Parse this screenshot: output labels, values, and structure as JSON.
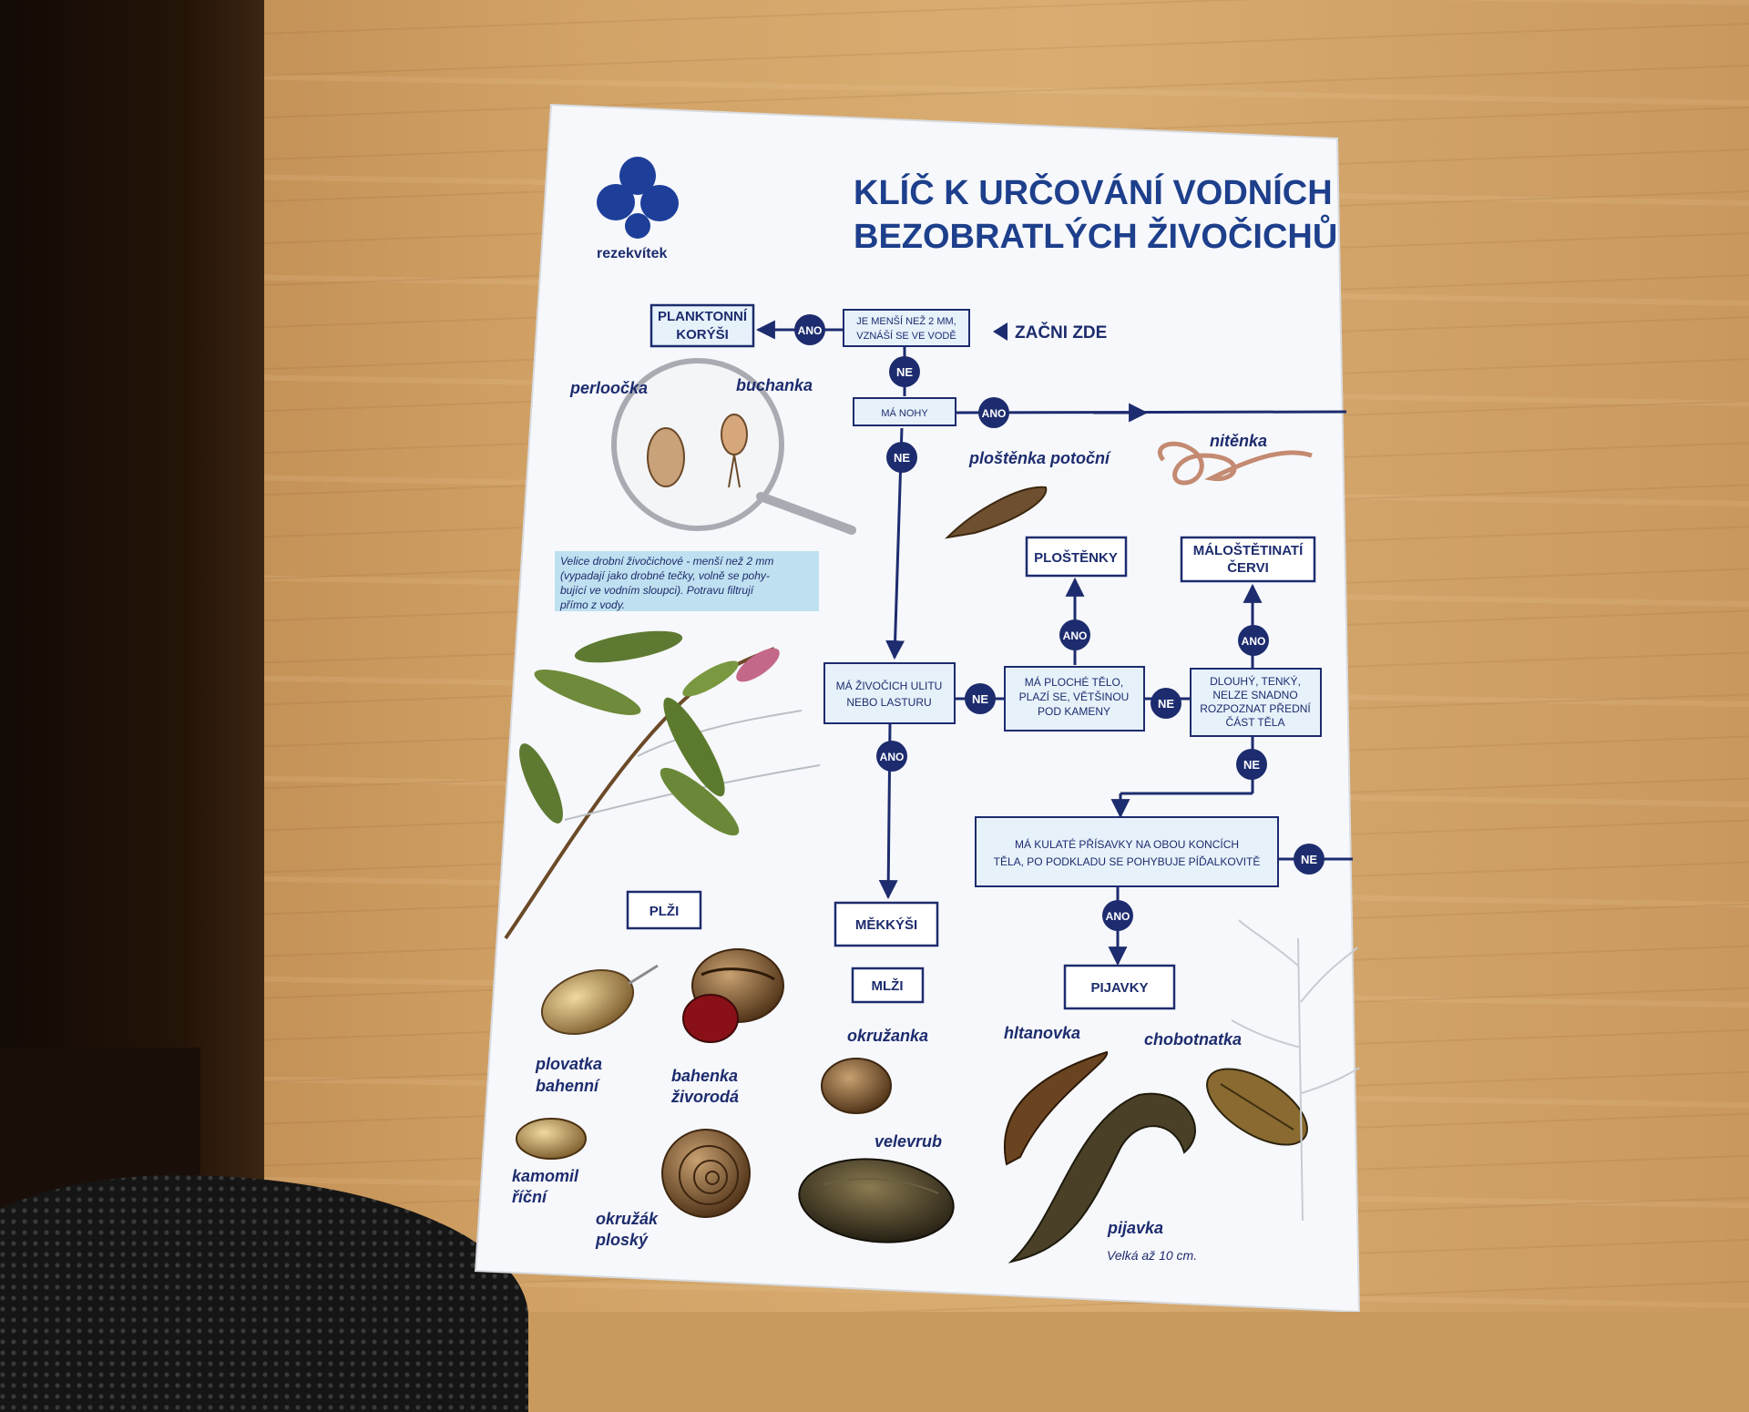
{
  "logo": {
    "text": "rezekvítek"
  },
  "title": {
    "line1": "KLÍČ K URČOVÁNÍ VODNÍCH",
    "line2": "BEZOBRATLÝCH ŽIVOČICHŮ"
  },
  "start": {
    "label": "ZAČNI ZDE"
  },
  "answers": {
    "yes": "ANO",
    "no": "NE"
  },
  "questions": {
    "q1": [
      "JE MENŠÍ NEŽ 2 MM,",
      "VZNÁŠÍ SE VE VODĚ"
    ],
    "q2": "MÁ NOHY",
    "q3": [
      "MÁ ŽIVOČICH ULITU",
      "NEBO LASTURU"
    ],
    "q4": [
      "MÁ PLOCHÉ TĚLO,",
      "PLAZÍ SE, VĚTŠINOU",
      "POD KAMENY"
    ],
    "q5": [
      "DLOUHÝ, TENKÝ,",
      "NELZE SNADNO",
      "ROZPOZNAT PŘEDNÍ",
      "ČÁST TĚLA"
    ],
    "q6": [
      "MÁ KULATÉ PŘÍSAVKY NA OBOU KONCÍCH",
      "TĚLA, PO PODKLADU SE POHYBUJE PÍĎALKOVITĚ"
    ]
  },
  "results": {
    "plankton": [
      "PLANKTONNÍ",
      "KORÝŠI"
    ],
    "flatworms": "PLOŠTĚNKY",
    "oligochaetes": [
      "MÁLOŠTĚTINATÍ",
      "ČERVI"
    ],
    "molluscs": "MĚKKÝŠI",
    "snails": "PLŽI",
    "bivalves": "MLŽI",
    "leeches": "PIJAVKY"
  },
  "note": [
    "Velice drobní živočichové - menší než 2 mm",
    "(vypadají jako drobné tečky, volně se pohy-",
    "bující ve vodním sloupci). Potravu filtrují",
    "přímo z vody."
  ],
  "species": {
    "perloocka": "perloočka",
    "buchanka": "buchanka",
    "plostenka": "ploštěnka potoční",
    "nitenka": "nitěnka",
    "plovatka": [
      "plovatka",
      "bahenní"
    ],
    "bahenka": [
      "bahenka",
      "živorodá"
    ],
    "kamomil": [
      "kamomil",
      "říční"
    ],
    "okruzak": [
      "okružák",
      "ploský"
    ],
    "okruzanka": "okružanka",
    "velevrub": "velevrub",
    "hltanovka": "hltanovka",
    "chobotnatka": "chobotnatka",
    "pijavka": "pijavka",
    "size_note": "Velká až 10 cm."
  },
  "colors": {
    "navy": "#1d2c6e",
    "box_fill": "#e6f1fa",
    "paper": "#f7f8fb",
    "note_fill": "#bfe0f0"
  }
}
